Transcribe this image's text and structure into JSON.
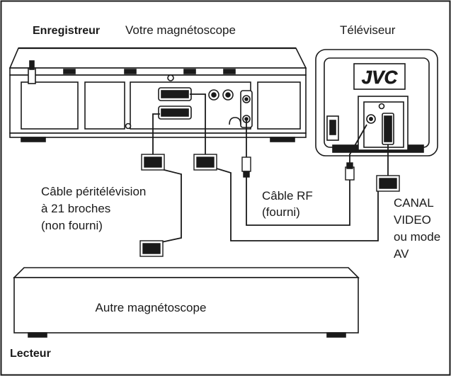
{
  "labels": {
    "recorder_title": "Enregistreur",
    "recorder_subtitle": "Votre magnétoscope",
    "tv_title": "Téléviseur",
    "tv_brand": "JVC",
    "scart_cable": [
      "Câble péritélévision",
      "à 21 broches",
      "(non fourni)"
    ],
    "rf_cable": [
      "Câble RF",
      "(fourni)"
    ],
    "channel_note": [
      "CANAL",
      "VIDEO",
      "ou mode",
      "AV"
    ],
    "other_vcr": "Autre magnétoscope",
    "player_title": "Lecteur"
  },
  "colors": {
    "line": "#1a1a1a",
    "background": "#ffffff",
    "tv_screen": "#ffffff"
  }
}
